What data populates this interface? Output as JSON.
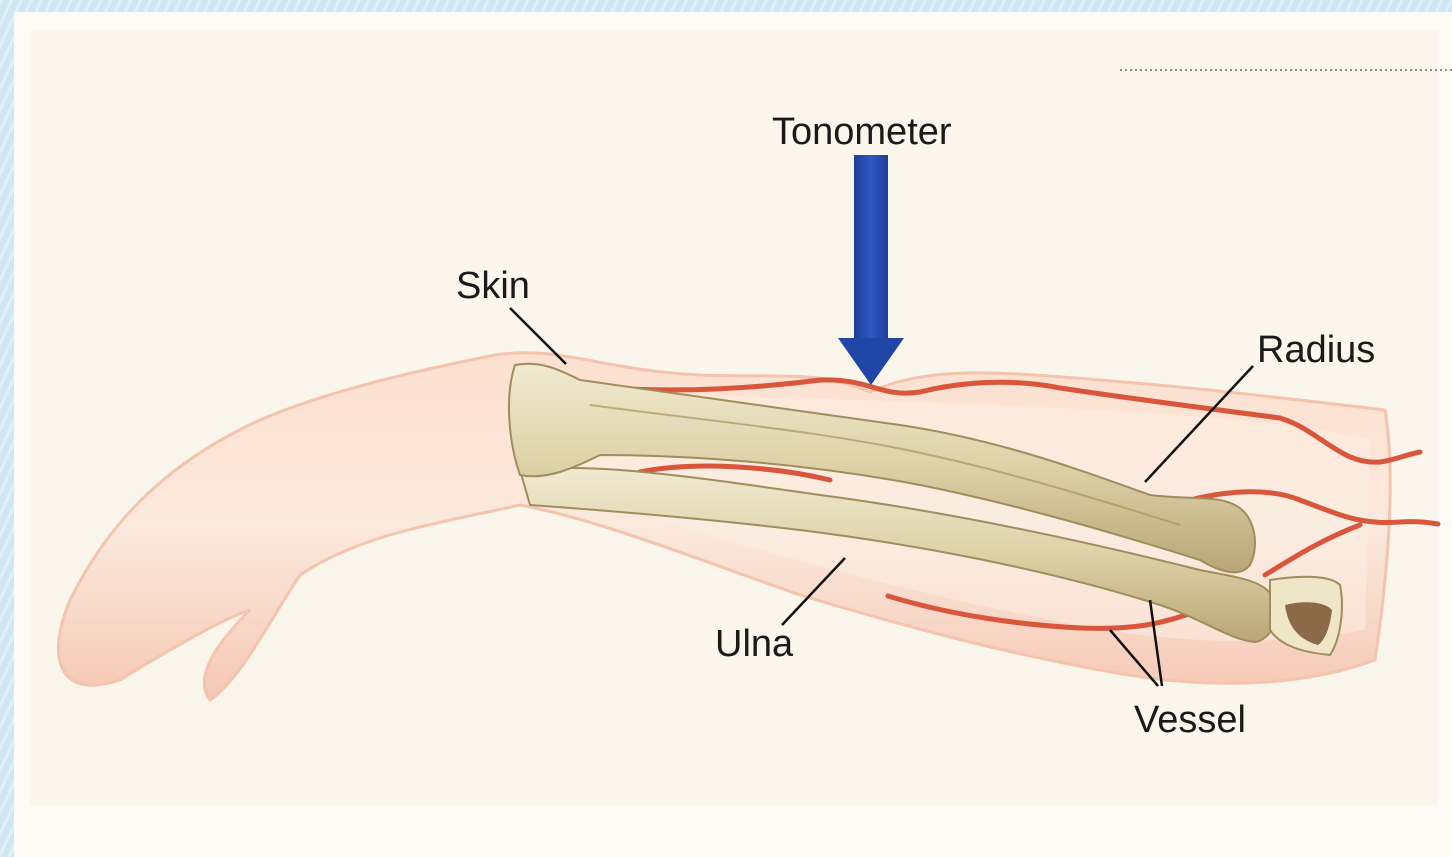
{
  "diagram": {
    "labels": {
      "tonometer": "Tonometer",
      "skin": "Skin",
      "radius": "Radius",
      "ulna": "Ulna",
      "vessel": "Vessel"
    }
  }
}
